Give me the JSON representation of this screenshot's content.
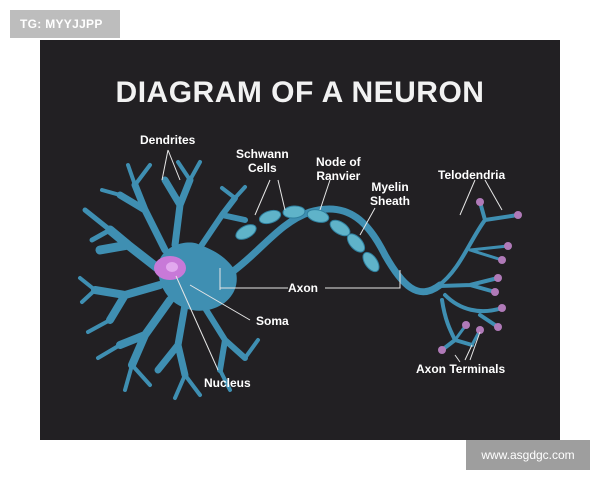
{
  "badge": {
    "text": "TG: MYYJJPP"
  },
  "title": "DIAGRAM OF A NEURON",
  "labels": {
    "dendrites": "Dendrites",
    "schwann_cells": "Schwann\nCells",
    "node_of_ranvier": "Node of\nRanvier",
    "myelin_sheath": "Myelin\nSheath",
    "telodendria": "Telodendria",
    "axon": "Axon",
    "soma": "Soma",
    "nucleus": "Nucleus",
    "axon_terminals": "Axon Terminals"
  },
  "watermark": {
    "text": "www.asgdgc.com"
  },
  "colors": {
    "background": "#222023",
    "neuron": "#3f8fb2",
    "myelin": "#5fb3c9",
    "nucleus": "#c879d8",
    "terminal": "#b07ab8",
    "lines": "#e6e6e6"
  }
}
